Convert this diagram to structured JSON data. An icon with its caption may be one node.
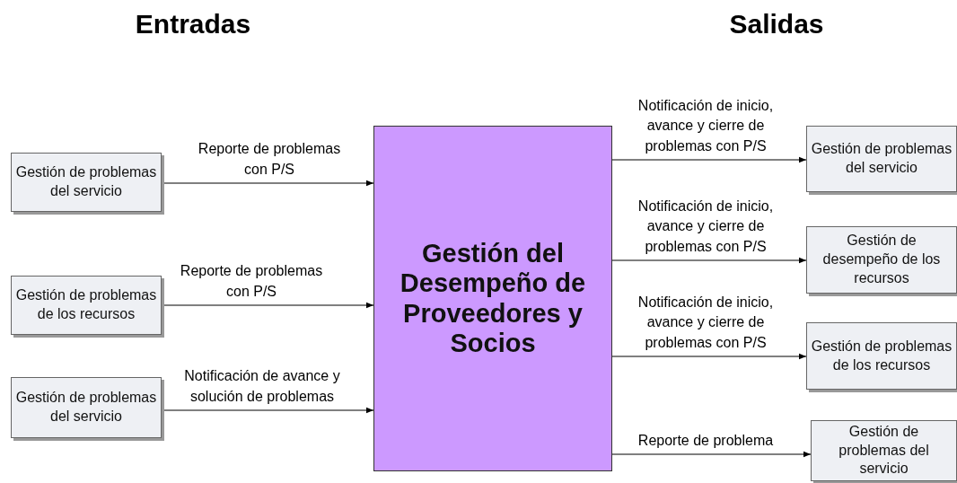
{
  "diagram": {
    "nodes": [
      {
        "text": [
          "Gestión de problemas del servicio"
        ]
      },
      {
        "text": [
          "Gestión de problemas de los recursos"
        ]
      },
      {
        "text": [
          "Gestión de problemas del servicio"
        ]
      },
      {
        "text": [
          "Gestión del Desempeño de Proveedores y Socios"
        ]
      },
      {
        "text": [
          "Gestión de problemas del servicio"
        ]
      },
      {
        "text": [
          "Gestión de desempeño de los recursos"
        ]
      },
      {
        "text": [
          "Gestión de problemas de los recursos"
        ]
      },
      {
        "text": [
          "Gestión de problemas del servicio"
        ]
      }
    ],
    "edges": [
      {
        "from": 0,
        "to": 3,
        "arrow": "to",
        "label": "Reporte de problemas con P/S"
      },
      {
        "from": 1,
        "to": 3,
        "arrow": "to",
        "label": "Reporte de problemas con P/S"
      },
      {
        "from": 2,
        "to": 3,
        "arrow": "to",
        "label": "Notificación de avance y solución de problemas"
      },
      {
        "from": 3,
        "to": 4,
        "arrow": "to",
        "label": "Notificación de inicio, avance y cierre de problemas con P/S"
      },
      {
        "from": 3,
        "to": 5,
        "arrow": "to",
        "label": "Notificación de inicio, avance y cierre de problemas con P/S"
      },
      {
        "from": 3,
        "to": 6,
        "arrow": "to",
        "label": "Notificación de inicio, avance y cierre de problemas con P/S"
      },
      {
        "from": 3,
        "to": 7,
        "arrow": "to",
        "label": "Reporte de problema"
      }
    ],
    "labels": [
      "Entradas",
      "Salidas"
    ]
  }
}
